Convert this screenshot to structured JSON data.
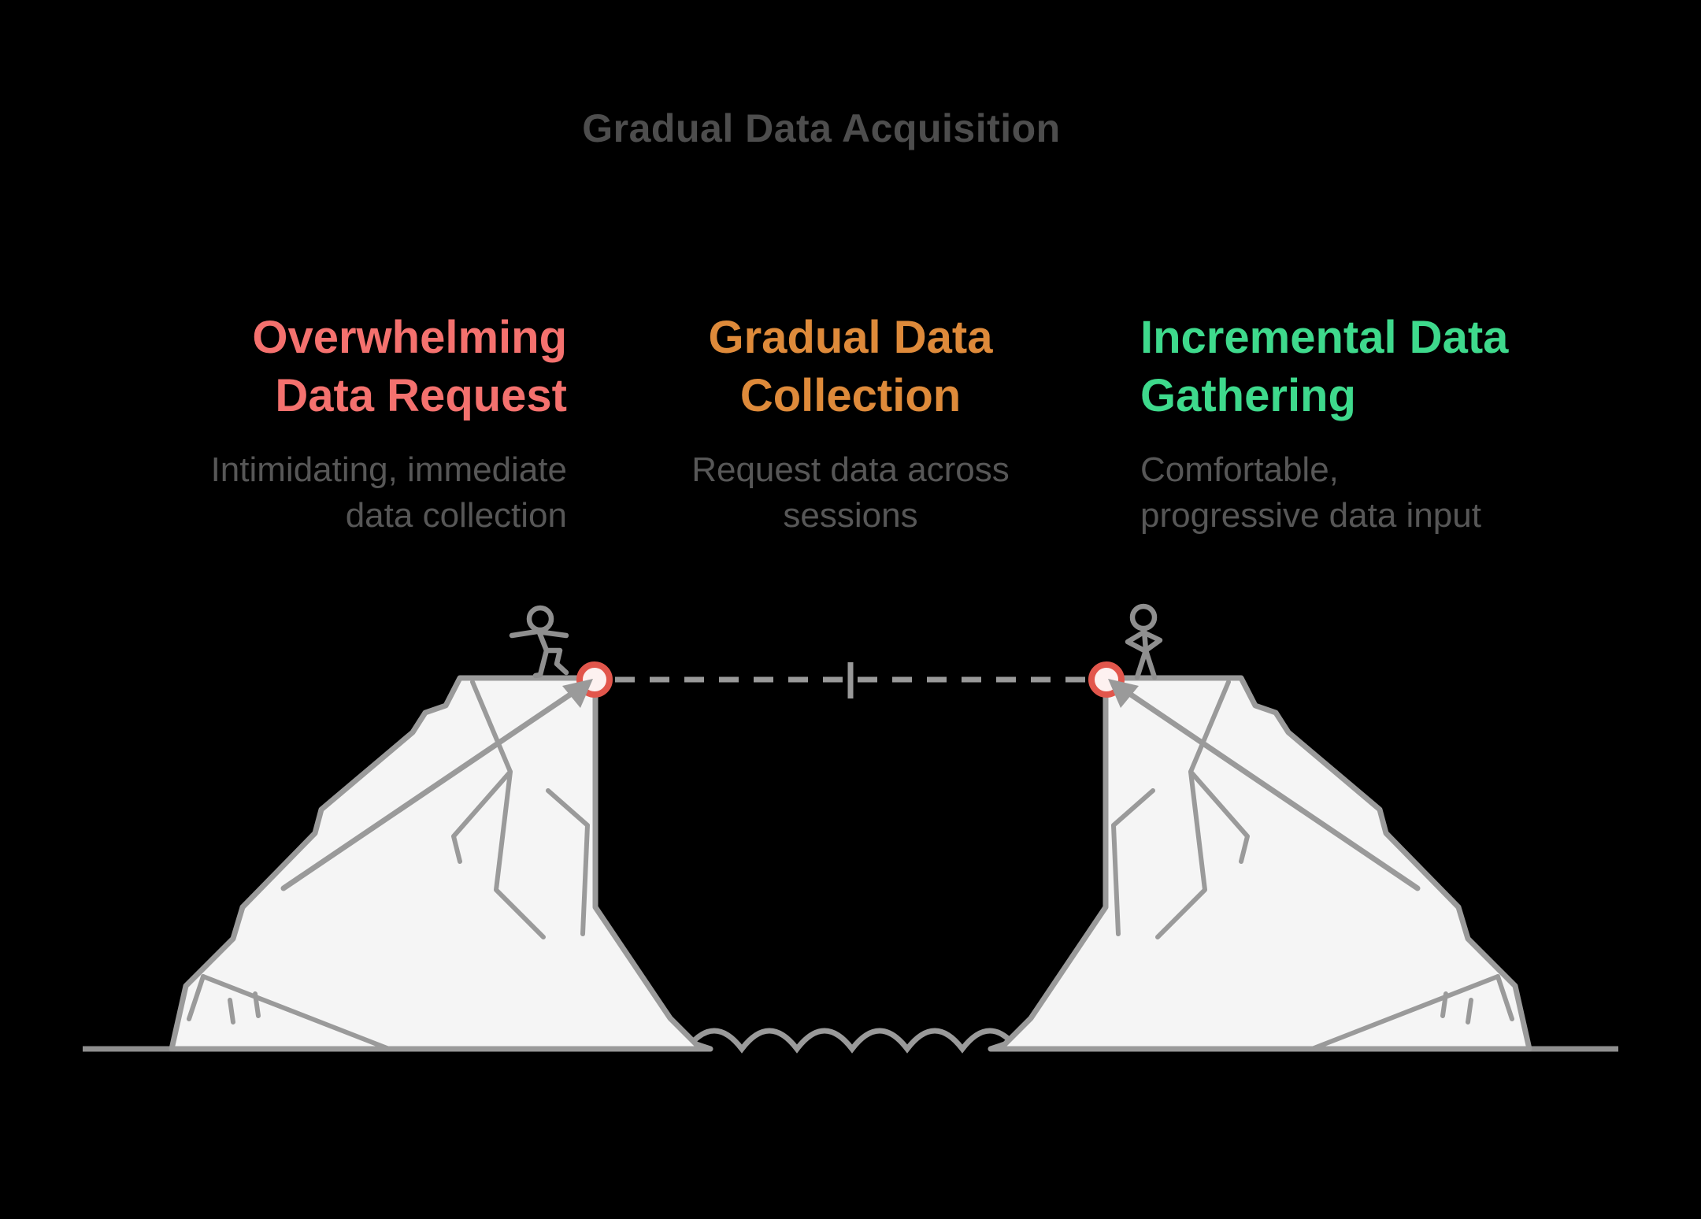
{
  "title": "Gradual Data Acquisition",
  "columns": [
    {
      "id": "overwhelming-data-request",
      "title_lines": [
        "Overwhelming",
        "Data Request"
      ],
      "subtitle_lines": [
        "Intimidating, immediate",
        "data collection"
      ],
      "color": "#F4716E"
    },
    {
      "id": "gradual-data-collection",
      "title_lines": [
        "Gradual Data",
        "Collection"
      ],
      "subtitle_lines": [
        "Request data across",
        "sessions"
      ],
      "color": "#DE8A3A"
    },
    {
      "id": "incremental-data-gathering",
      "title_lines": [
        "Incremental Data",
        "Gathering"
      ],
      "subtitle_lines": [
        "Comfortable,",
        "progressive data input"
      ],
      "color": "#3ED98C"
    }
  ],
  "illustration": {
    "elements": [
      "left-cliff",
      "right-cliff",
      "left-stick-figure-walking",
      "right-stick-figure-standing",
      "dashed-connection-line",
      "midpoint-tick",
      "anchor-point-left",
      "anchor-point-right",
      "water-waves",
      "ground-line"
    ]
  },
  "colors": {
    "background": "#000000",
    "title_text": "#4D4D4D",
    "subtitle_text": "#575757",
    "cliff_fill": "#F5F5F5",
    "cliff_stroke": "#9A9A9A",
    "ground_line": "#8F8F8F",
    "dashed_line": "#999999",
    "anchor_ring": "#E2564C",
    "anchor_fill": "#FDF1F0",
    "column_red": "#F4716E",
    "column_orange": "#DE8A3A",
    "column_green": "#3ED98C"
  }
}
